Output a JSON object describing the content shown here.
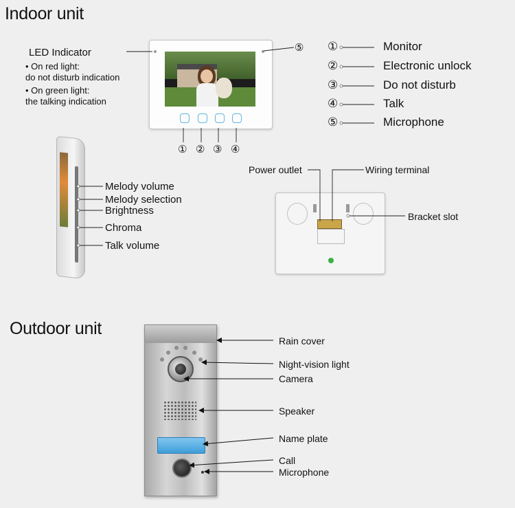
{
  "indoor": {
    "heading": "Indoor unit",
    "led": {
      "title": "LED  Indicator",
      "bullets": [
        "• On red light:",
        "   do not disturb indication",
        "• On green light:",
        "   the talking indication"
      ]
    },
    "front_numbers": [
      "①",
      "②",
      "③",
      "④",
      "⑤"
    ],
    "legend": [
      {
        "num": "①",
        "label": "Monitor"
      },
      {
        "num": "②",
        "label": "Electronic unlock"
      },
      {
        "num": "③",
        "label": "Do not disturb"
      },
      {
        "num": "④",
        "label": "Talk"
      },
      {
        "num": "⑤",
        "label": "Microphone"
      }
    ],
    "side_labels": [
      "Melody volume",
      "Melody selection",
      "Brightness",
      "Chroma",
      "Talk volume"
    ],
    "back_labels": {
      "power_outlet": "Power outlet",
      "wiring_terminal": "Wiring terminal",
      "bracket_slot": "Bracket slot"
    }
  },
  "outdoor": {
    "heading": "Outdoor unit",
    "labels": [
      "Rain cover",
      "Night-vision light",
      "Camera",
      "Speaker",
      "Name plate",
      "Call",
      "Microphone"
    ]
  }
}
